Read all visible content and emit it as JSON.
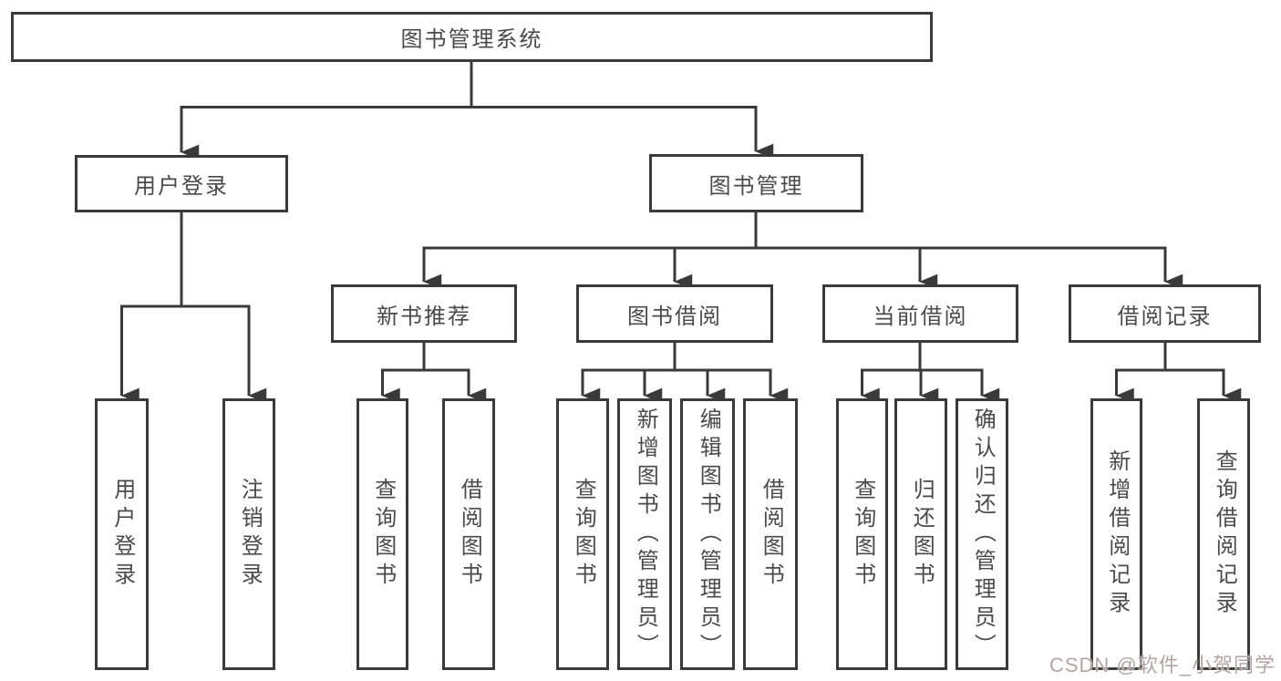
{
  "nodes": {
    "root": "图书管理系统",
    "user_login": "用户登录",
    "book_mgmt": "图书管理",
    "new_book_rec": "新书推荐",
    "book_borrow": "图书借阅",
    "current_borrow": "当前借阅",
    "borrow_record": "借阅记录",
    "leaf_user_login": "用户登录",
    "leaf_logout": "注销登录",
    "leaf_query_book_a": "查询图书",
    "leaf_borrow_book_a": "借阅图书",
    "leaf_query_book_b": "查询图书",
    "leaf_add_book_admin": "新增图书（管理员）",
    "leaf_edit_book_admin": "编辑图书（管理员）",
    "leaf_borrow_book_b": "借阅图书",
    "leaf_query_book_c": "查询图书",
    "leaf_return_book": "归还图书",
    "leaf_confirm_return_admin": "确认归还（管理员）",
    "leaf_add_borrow_record": "新增借阅记录",
    "leaf_query_borrow_record": "查询借阅记录"
  },
  "hierarchy": {
    "图书管理系统": {
      "用户登录": [
        "用户登录",
        "注销登录"
      ],
      "图书管理": {
        "新书推荐": [
          "查询图书",
          "借阅图书"
        ],
        "图书借阅": [
          "查询图书",
          "新增图书（管理员）",
          "编辑图书（管理员）",
          "借阅图书"
        ],
        "当前借阅": [
          "查询图书",
          "归还图书",
          "确认归还（管理员）"
        ],
        "借阅记录": [
          "新增借阅记录",
          "查询借阅记录"
        ]
      }
    }
  },
  "watermark": {
    "text": "CSDN @软件_小贺同学",
    "color": "#b3a4a4"
  },
  "colors": {
    "line": "#3a3a3a",
    "text": "#4a4a4a",
    "box_background": "#ffffff",
    "page_background": "#ffffff"
  }
}
